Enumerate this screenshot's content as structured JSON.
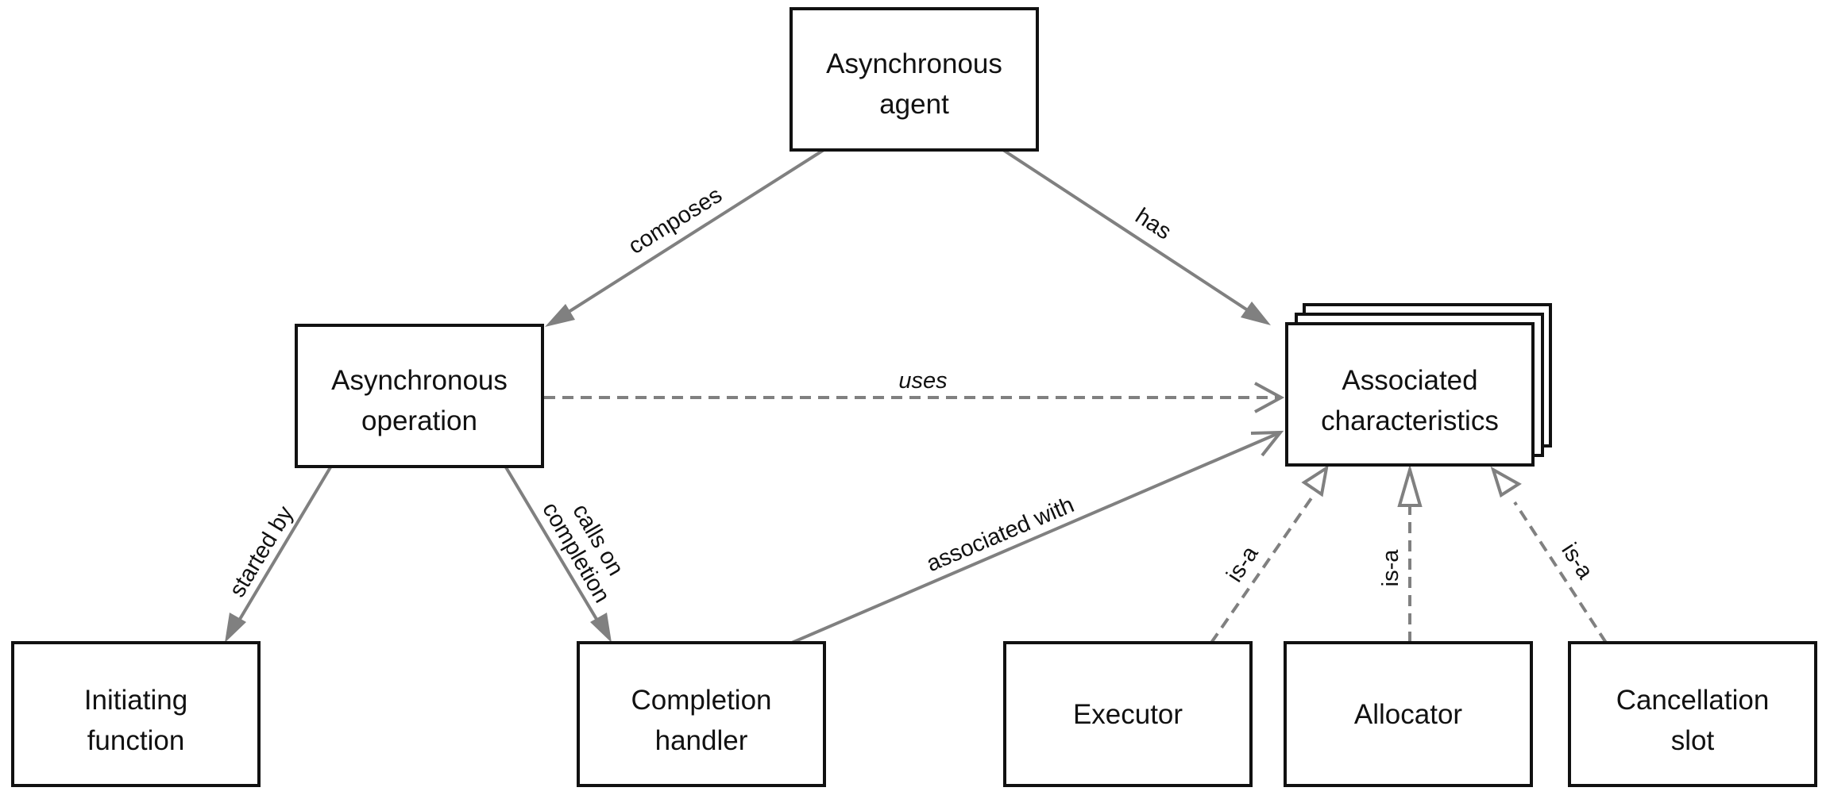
{
  "nodes": {
    "asynchronous_agent": [
      "Asynchronous",
      "agent"
    ],
    "asynchronous_operation": [
      "Asynchronous",
      "operation"
    ],
    "associated_characteristics": [
      "Associated",
      "characteristics"
    ],
    "initiating_function": [
      "Initiating",
      "function"
    ],
    "completion_handler": [
      "Completion",
      "handler"
    ],
    "executor": [
      "Executor"
    ],
    "allocator": [
      "Allocator"
    ],
    "cancellation_slot": [
      "Cancellation",
      "slot"
    ]
  },
  "edges": {
    "composes": "composes",
    "has": "has",
    "uses": "uses",
    "started_by": "started by",
    "calls_on_completion": [
      "calls on",
      "completion"
    ],
    "associated_with": "associated with",
    "is_a_executor": "is-a",
    "is_a_allocator": "is-a",
    "is_a_cancellation_slot": "is-a"
  },
  "colors": {
    "box_border": "#111111",
    "arrow": "#808080",
    "text": "#111111",
    "background": "#ffffff"
  }
}
